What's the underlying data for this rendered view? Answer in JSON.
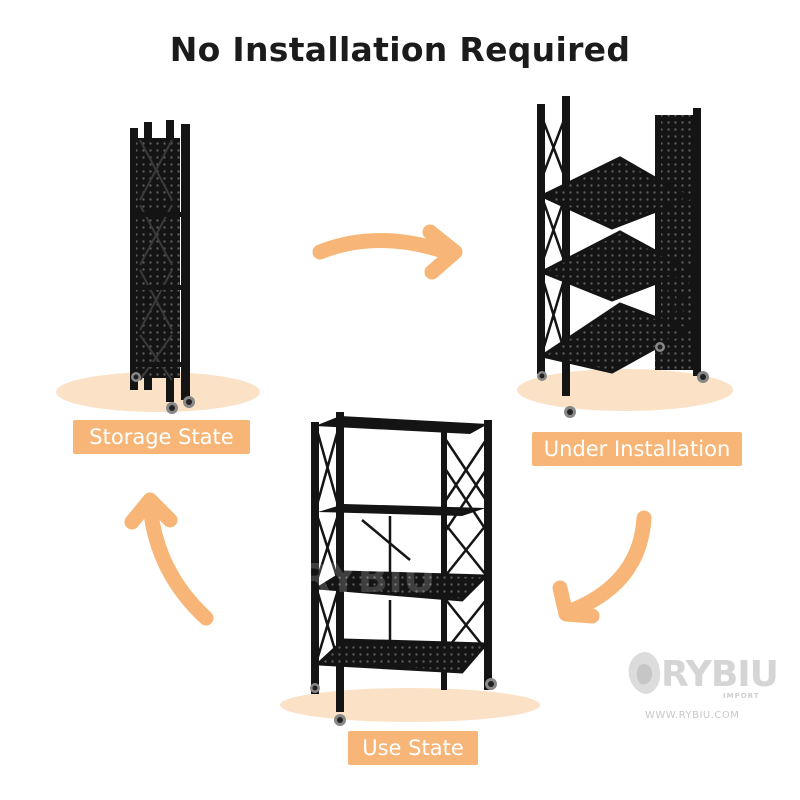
{
  "title": "No Installation Required",
  "labels": {
    "storage": "Storage State",
    "install": "Under Installation",
    "use": "Use State"
  },
  "watermark": {
    "brand": "RYBIU",
    "sub": "IMPORT",
    "url": "WWW.RYBIU.COM"
  },
  "colors": {
    "accent": "#f7b677",
    "label_bg": "#f7b677",
    "shadow": "#fbe2c6",
    "shelf": "#141414",
    "title": "#1b1b1b"
  },
  "icons": {
    "arrow_top": "curved-arrow-right",
    "arrow_right": "curved-arrow-down-left",
    "arrow_left": "curved-arrow-up"
  }
}
